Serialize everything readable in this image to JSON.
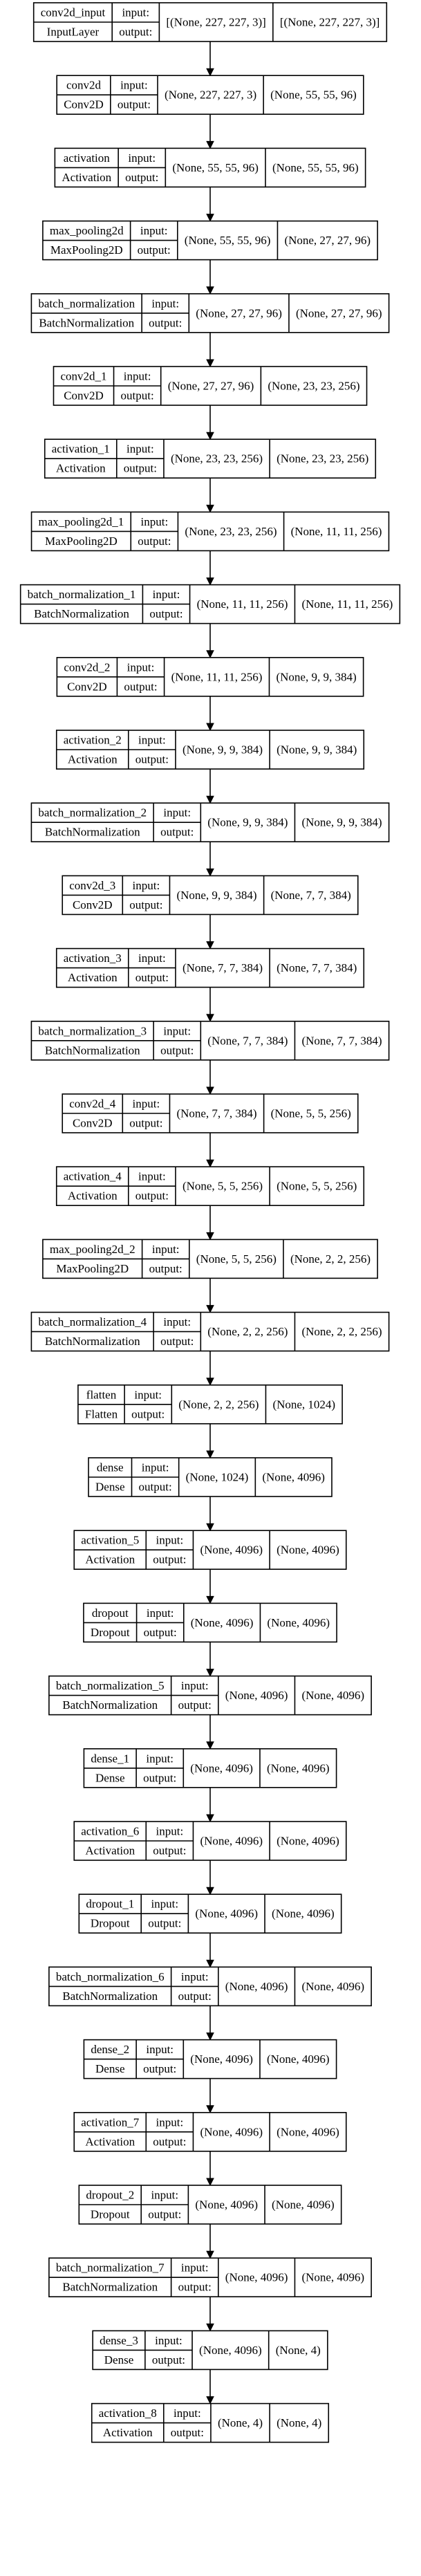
{
  "diagram": {
    "type": "keras-model-plot",
    "layers": [
      {
        "name": "conv2d_input",
        "type": "InputLayer",
        "input": "[(None, 227, 227, 3)]",
        "output": "[(None, 227, 227, 3)]"
      },
      {
        "name": "conv2d",
        "type": "Conv2D",
        "input": "(None, 227, 227, 3)",
        "output": "(None, 55, 55, 96)"
      },
      {
        "name": "activation",
        "type": "Activation",
        "input": "(None, 55, 55, 96)",
        "output": "(None, 55, 55, 96)"
      },
      {
        "name": "max_pooling2d",
        "type": "MaxPooling2D",
        "input": "(None, 55, 55, 96)",
        "output": "(None, 27, 27, 96)"
      },
      {
        "name": "batch_normalization",
        "type": "BatchNormalization",
        "input": "(None, 27, 27, 96)",
        "output": "(None, 27, 27, 96)"
      },
      {
        "name": "conv2d_1",
        "type": "Conv2D",
        "input": "(None, 27, 27, 96)",
        "output": "(None, 23, 23, 256)"
      },
      {
        "name": "activation_1",
        "type": "Activation",
        "input": "(None, 23, 23, 256)",
        "output": "(None, 23, 23, 256)"
      },
      {
        "name": "max_pooling2d_1",
        "type": "MaxPooling2D",
        "input": "(None, 23, 23, 256)",
        "output": "(None, 11, 11, 256)"
      },
      {
        "name": "batch_normalization_1",
        "type": "BatchNormalization",
        "input": "(None, 11, 11, 256)",
        "output": "(None, 11, 11, 256)"
      },
      {
        "name": "conv2d_2",
        "type": "Conv2D",
        "input": "(None, 11, 11, 256)",
        "output": "(None, 9, 9, 384)"
      },
      {
        "name": "activation_2",
        "type": "Activation",
        "input": "(None, 9, 9, 384)",
        "output": "(None, 9, 9, 384)"
      },
      {
        "name": "batch_normalization_2",
        "type": "BatchNormalization",
        "input": "(None, 9, 9, 384)",
        "output": "(None, 9, 9, 384)"
      },
      {
        "name": "conv2d_3",
        "type": "Conv2D",
        "input": "(None, 9, 9, 384)",
        "output": "(None, 7, 7, 384)"
      },
      {
        "name": "activation_3",
        "type": "Activation",
        "input": "(None, 7, 7, 384)",
        "output": "(None, 7, 7, 384)"
      },
      {
        "name": "batch_normalization_3",
        "type": "BatchNormalization",
        "input": "(None, 7, 7, 384)",
        "output": "(None, 7, 7, 384)"
      },
      {
        "name": "conv2d_4",
        "type": "Conv2D",
        "input": "(None, 7, 7, 384)",
        "output": "(None, 5, 5, 256)"
      },
      {
        "name": "activation_4",
        "type": "Activation",
        "input": "(None, 5, 5, 256)",
        "output": "(None, 5, 5, 256)"
      },
      {
        "name": "max_pooling2d_2",
        "type": "MaxPooling2D",
        "input": "(None, 5, 5, 256)",
        "output": "(None, 2, 2, 256)"
      },
      {
        "name": "batch_normalization_4",
        "type": "BatchNormalization",
        "input": "(None, 2, 2, 256)",
        "output": "(None, 2, 2, 256)"
      },
      {
        "name": "flatten",
        "type": "Flatten",
        "input": "(None, 2, 2, 256)",
        "output": "(None, 1024)"
      },
      {
        "name": "dense",
        "type": "Dense",
        "input": "(None, 1024)",
        "output": "(None, 4096)"
      },
      {
        "name": "activation_5",
        "type": "Activation",
        "input": "(None, 4096)",
        "output": "(None, 4096)"
      },
      {
        "name": "dropout",
        "type": "Dropout",
        "input": "(None, 4096)",
        "output": "(None, 4096)"
      },
      {
        "name": "batch_normalization_5",
        "type": "BatchNormalization",
        "input": "(None, 4096)",
        "output": "(None, 4096)"
      },
      {
        "name": "dense_1",
        "type": "Dense",
        "input": "(None, 4096)",
        "output": "(None, 4096)"
      },
      {
        "name": "activation_6",
        "type": "Activation",
        "input": "(None, 4096)",
        "output": "(None, 4096)"
      },
      {
        "name": "dropout_1",
        "type": "Dropout",
        "input": "(None, 4096)",
        "output": "(None, 4096)"
      },
      {
        "name": "batch_normalization_6",
        "type": "BatchNormalization",
        "input": "(None, 4096)",
        "output": "(None, 4096)"
      },
      {
        "name": "dense_2",
        "type": "Dense",
        "input": "(None, 4096)",
        "output": "(None, 4096)"
      },
      {
        "name": "activation_7",
        "type": "Activation",
        "input": "(None, 4096)",
        "output": "(None, 4096)"
      },
      {
        "name": "dropout_2",
        "type": "Dropout",
        "input": "(None, 4096)",
        "output": "(None, 4096)"
      },
      {
        "name": "batch_normalization_7",
        "type": "BatchNormalization",
        "input": "(None, 4096)",
        "output": "(None, 4096)"
      },
      {
        "name": "dense_3",
        "type": "Dense",
        "input": "(None, 4096)",
        "output": "(None, 4)"
      },
      {
        "name": "activation_8",
        "type": "Activation",
        "input": "(None, 4)",
        "output": "(None, 4)"
      }
    ],
    "port_labels": {
      "input": "input:",
      "output": "output:"
    },
    "colors": {
      "stroke": "#000000",
      "fill": "#ffffff",
      "text": "#000000"
    }
  }
}
